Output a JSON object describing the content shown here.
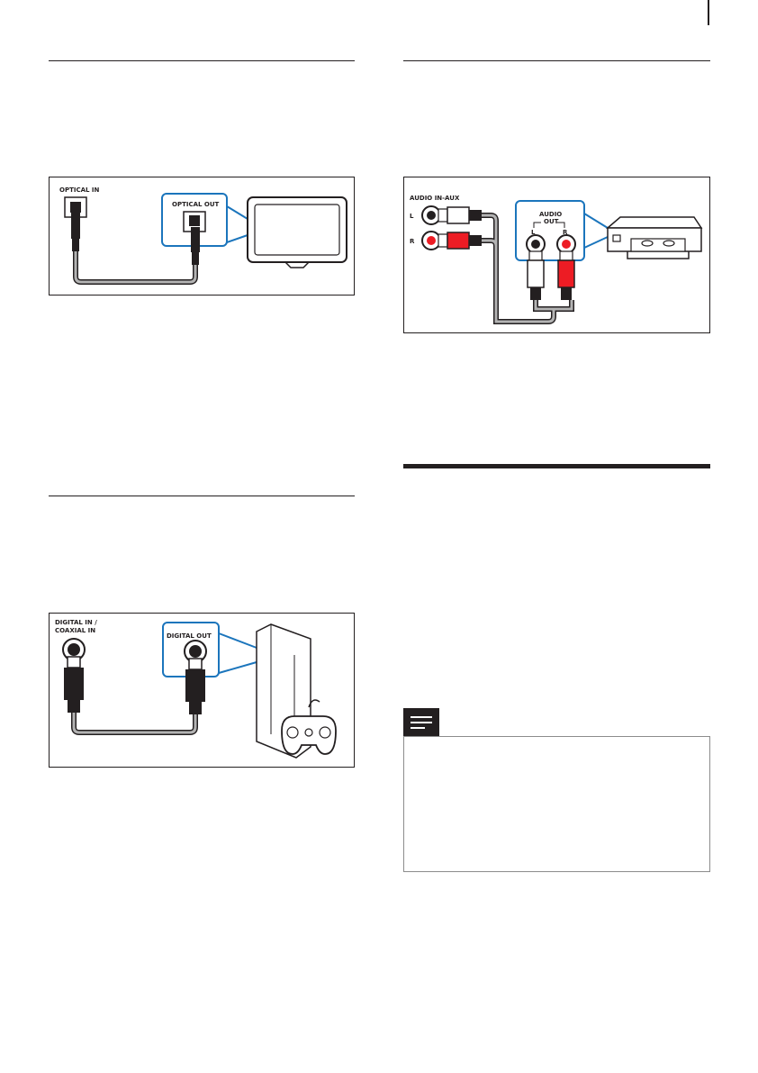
{
  "figures": {
    "optical": {
      "in_label": "OPTICAL IN",
      "out_label": "OPTICAL OUT"
    },
    "analog": {
      "in_label": "AUDIO IN-AUX",
      "left_label": "L",
      "right_label": "R",
      "out_label_1": "AUDIO",
      "out_label_2": "OUT",
      "out_left": "L",
      "out_right": "R"
    },
    "coaxial": {
      "in_label_1": "DIGITAL IN /",
      "in_label_2": "COAXIAL IN",
      "out_label": "DIGITAL OUT"
    }
  },
  "colors": {
    "ink": "#231f20",
    "highlight_blue": "#1b75bc",
    "cable_grey": "#b3b3b3",
    "plug_red": "#ed1c24"
  },
  "note": {
    "icon": "note-icon"
  }
}
